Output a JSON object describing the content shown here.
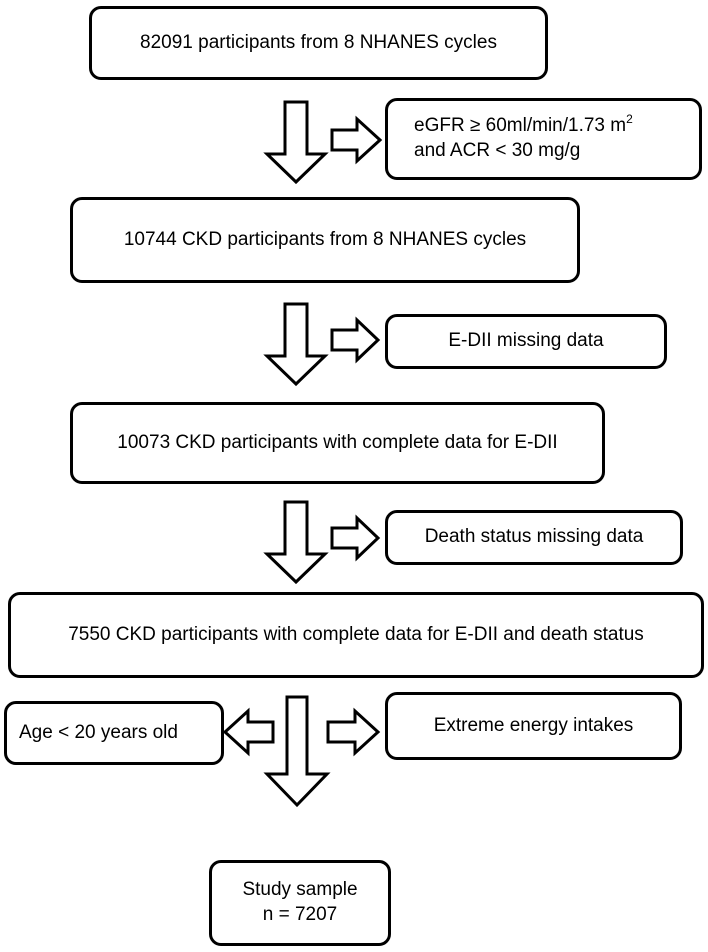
{
  "flowchart": {
    "nodes": {
      "start": {
        "text": "82091 participants from 8 NHANES cycles"
      },
      "exclusion_1": {
        "line1_text": "eGFR ≥ 60ml/min/1.73 m",
        "line1_superscript": "2",
        "line2_text": "and ACR < 30 mg/g"
      },
      "step_2": {
        "text": "10744 CKD participants from 8 NHANES cycles"
      },
      "exclusion_2": {
        "text": "E-DII missing data"
      },
      "step_3": {
        "text": "10073 CKD participants with complete data for E-DII"
      },
      "exclusion_3": {
        "text": "Death status missing data"
      },
      "step_4": {
        "text": "7550 CKD participants with complete data for E-DII and death status"
      },
      "exclusion_4a": {
        "text": "Age < 20 years old"
      },
      "exclusion_4b": {
        "text": "Extreme energy intakes"
      },
      "final": {
        "line1": "Study sample",
        "line2": "n = 7207"
      }
    }
  }
}
